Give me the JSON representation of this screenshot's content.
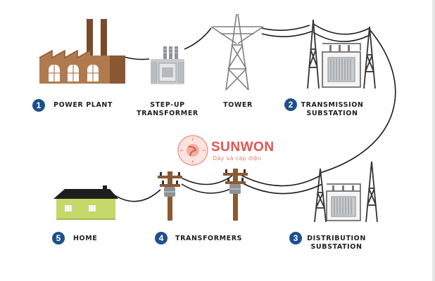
{
  "steps": [
    {
      "number": "1",
      "label": "POWER PLANT"
    },
    {
      "number": "",
      "label": "STEP-UP",
      "label2": "TRANSFORMER"
    },
    {
      "number": "",
      "label": "TOWER"
    },
    {
      "number": "2",
      "label": "TRANSMISSION",
      "label2": "SUBSTATION"
    },
    {
      "number": "3",
      "label": "DISTRIBUTION",
      "label2": "SUBSTATION"
    },
    {
      "number": "4",
      "label": "TRANSFORMERS"
    },
    {
      "number": "5",
      "label": "HOME"
    }
  ],
  "watermark": {
    "name": "SUNWON",
    "tagline": "Dây và cáp điện"
  },
  "colors": {
    "badge": "#1f4f8c",
    "wire": "#1a1a1a",
    "factory": "#b07a4e",
    "home": "#c4d96a",
    "brand": "#e2554d"
  }
}
